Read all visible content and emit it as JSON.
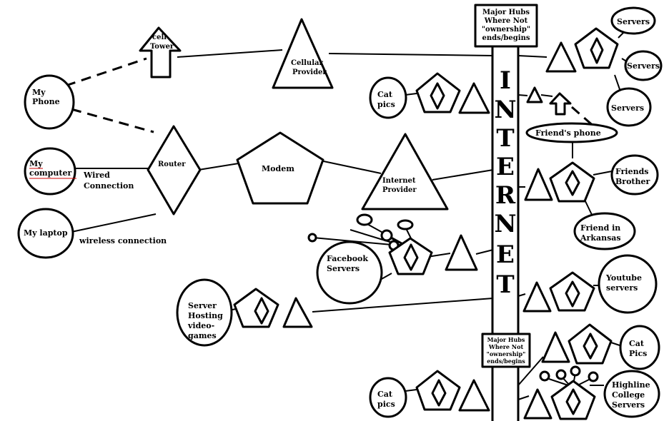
{
  "labels": {
    "cell_tower": [
      "cell",
      "Tower"
    ],
    "cellular_provider": [
      "Cellular",
      "Provider"
    ],
    "my_phone": [
      "My",
      "Phone"
    ],
    "my_computer": [
      "My",
      "computer"
    ],
    "wired_connection": [
      "Wired",
      "Connection"
    ],
    "router": "Router",
    "modem": "Modem",
    "internet_provider": [
      "Internet",
      "Provider"
    ],
    "my_laptop": "My laptop",
    "wireless_connection": "wireless connection",
    "facebook_servers": [
      "Facebook",
      "Servers"
    ],
    "server_hosting_videogames": [
      "Server",
      "Hosting",
      "video-",
      "games"
    ],
    "cat_pics_1": [
      "Cat",
      "pics"
    ],
    "cat_pics_2": [
      "Cat",
      "pics"
    ],
    "cat_pics_3": [
      "Cat",
      "Pics"
    ],
    "major_hubs_top": [
      "Major Hubs",
      "Where Not",
      "\"ownership\"",
      "ends/begins"
    ],
    "major_hubs_bottom": [
      "Major Hubs",
      "Where Not",
      "\"ownership\"",
      "ends/begins"
    ],
    "internet_letters": [
      "I",
      "N",
      "T",
      "E",
      "R",
      "N",
      "E",
      "T"
    ],
    "servers_1": "Servers",
    "servers_2": "Servers",
    "servers_3": "Servers",
    "friends_phone": "Friend's phone",
    "friends_brother": [
      "Friends",
      "Brother"
    ],
    "friend_arkansas": [
      "Friend in",
      "Arkansas"
    ],
    "youtube_servers": [
      "Youtube",
      "servers"
    ],
    "highline_servers": [
      "Highline",
      "College",
      "Servers"
    ]
  },
  "colors": {
    "stroke": "#000000",
    "background": "#ffffff",
    "underline": "#cc0000"
  }
}
